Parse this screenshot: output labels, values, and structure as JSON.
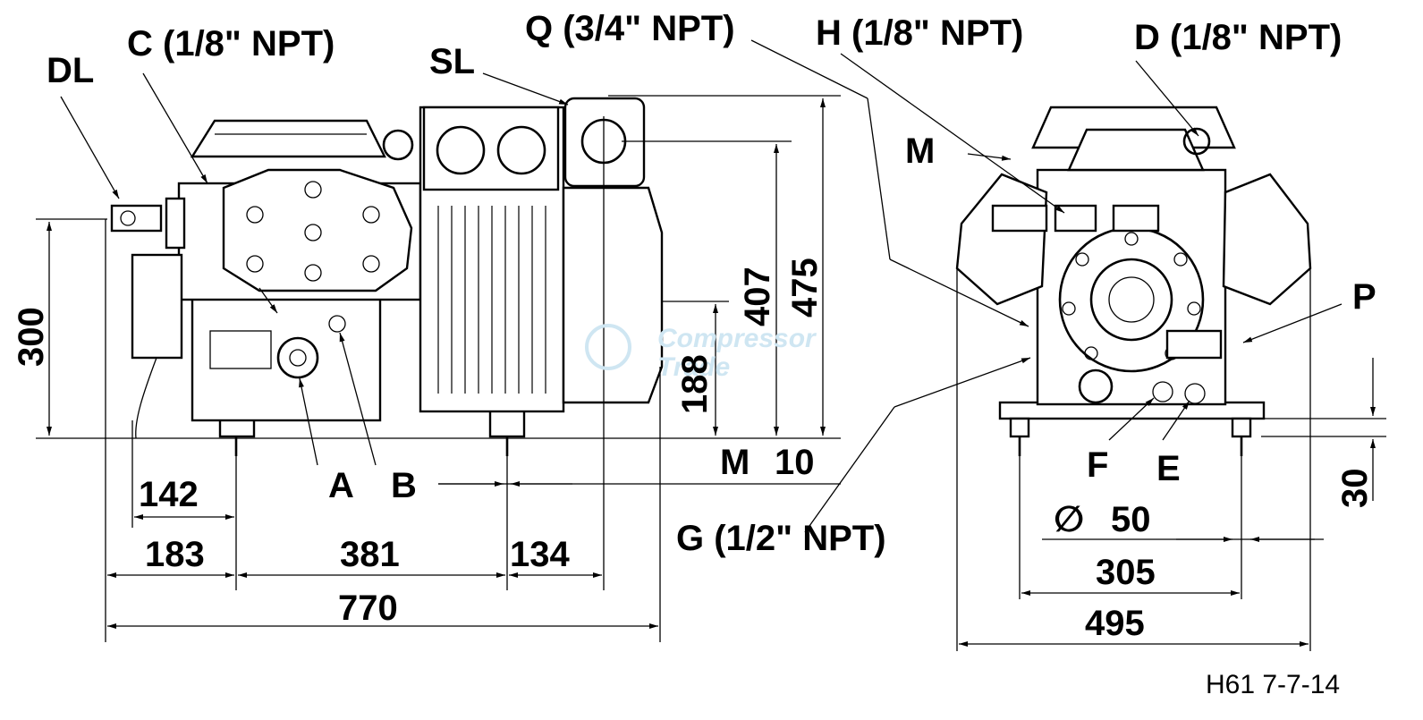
{
  "drawing": {
    "code": "H61 7-7-14",
    "watermark": {
      "line1": "Compressor",
      "line2": "Trade"
    }
  },
  "callouts": {
    "DL": "DL",
    "C": "C (1/8\" NPT)",
    "SL": "SL",
    "Q": "Q (3/4\" NPT)",
    "H": "H (1/8\" NPT)",
    "D": "D (1/8\" NPT)",
    "M_side": "M",
    "A": "A",
    "B": "B",
    "G": "G (1/2\" NPT)",
    "P": "P",
    "F": "F",
    "E": "E",
    "M_dim": "M"
  },
  "dimensions": {
    "d300": "300",
    "d188": "188",
    "d407": "407",
    "d475": "475",
    "d10": "10",
    "d142": "142",
    "d183": "183",
    "d381": "381",
    "d134": "134",
    "d770": "770",
    "d50": "50",
    "d305": "305",
    "d495": "495",
    "d30": "30",
    "dia_symbol": "∅"
  }
}
